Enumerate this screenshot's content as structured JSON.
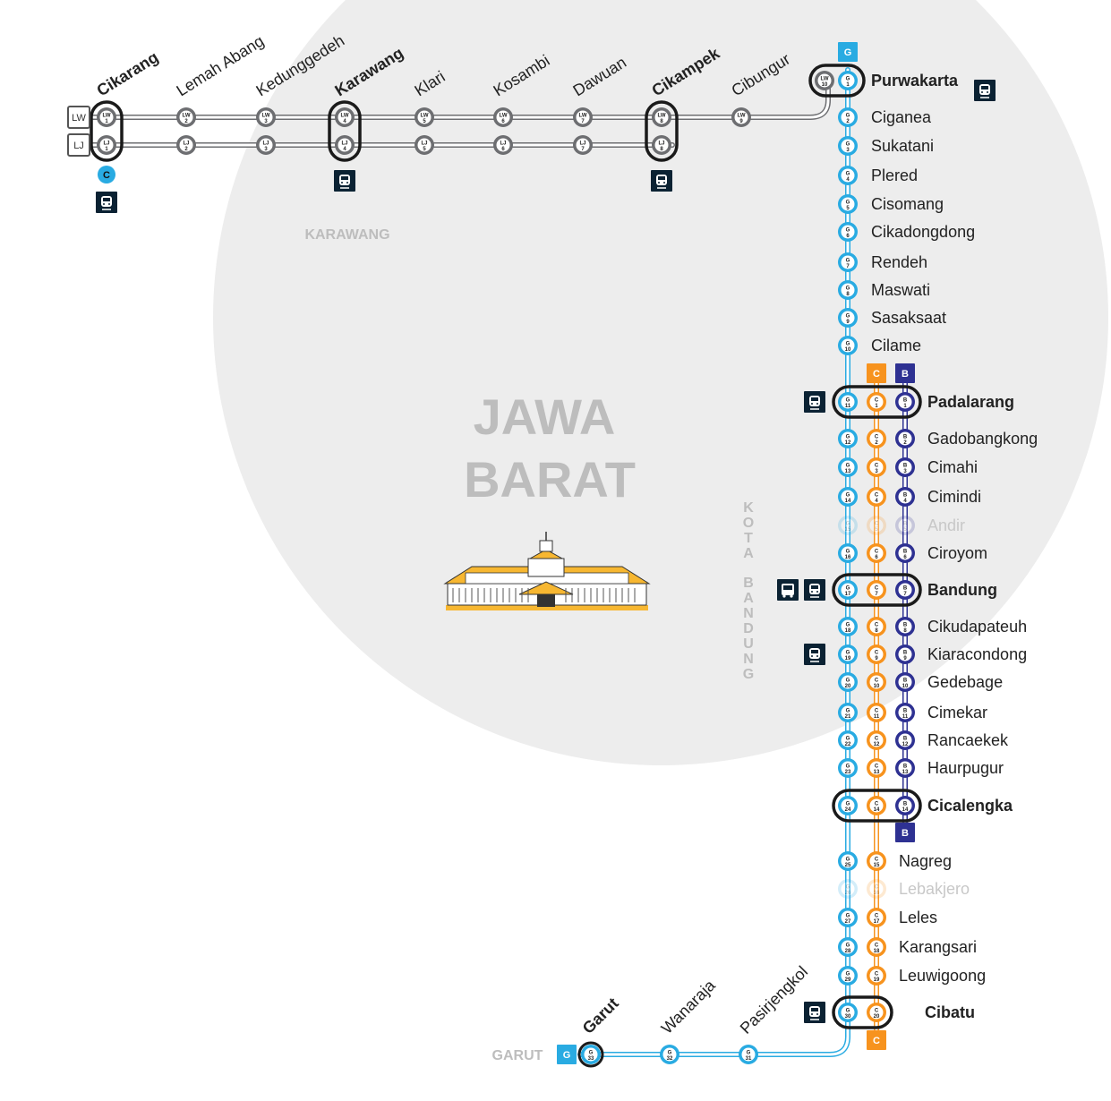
{
  "regions": {
    "province_line1": "JAWA",
    "province_line2": "BARAT",
    "karawang": "KARAWANG",
    "kota_bandung": "KOTA BANDUNG",
    "garut": "GARUT"
  },
  "colors": {
    "G": "#29abe2",
    "C": "#f7931e",
    "B": "#2e3192",
    "LW": "#6d6e71",
    "LJ": "#6d6e71",
    "circle": "#ededed",
    "interchange": "#1a1a1a",
    "train_badge": "#0b2233"
  },
  "line_badges": {
    "lw": "LW",
    "lj": "LJ",
    "c_top": "C",
    "g_top": "G",
    "c_mid": "C",
    "b_mid": "B",
    "b_low": "B",
    "c_low": "C",
    "g_garut": "G",
    "c_cikarang": "C"
  },
  "icons": {
    "train": "train-icon",
    "bus": "bus-icon",
    "landmark": "gedung-sate-icon"
  },
  "west_stations": [
    {
      "name": "Cikarang",
      "major": true,
      "lw": "LW 1",
      "lj": "LJ 1"
    },
    {
      "name": "Lemah Abang",
      "major": false,
      "lw": "LW 2",
      "lj": "LJ 2"
    },
    {
      "name": "Kedunggedeh",
      "major": false,
      "lw": "LW 3",
      "lj": "LJ 3"
    },
    {
      "name": "Karawang",
      "major": true,
      "lw": "LW 4",
      "lj": "LJ 4"
    },
    {
      "name": "Klari",
      "major": false,
      "lw": "LW 5",
      "lj": "LJ 5"
    },
    {
      "name": "Kosambi",
      "major": false,
      "lw": "LW 6",
      "lj": "LJ 6"
    },
    {
      "name": "Dawuan",
      "major": false,
      "lw": "LW 7",
      "lj": "LJ 7"
    },
    {
      "name": "Cikampek",
      "major": true,
      "lw": "LW 8",
      "lj": "LJ 8"
    },
    {
      "name": "Cibungur",
      "major": false,
      "lw": "LW 9",
      "lj": ""
    }
  ],
  "main_stations": [
    {
      "name": "Purwakarta",
      "major": true,
      "g": "G 1",
      "lw": "LW 10"
    },
    {
      "name": "Ciganea",
      "major": false,
      "g": "G 2"
    },
    {
      "name": "Sukatani",
      "major": false,
      "g": "G 3"
    },
    {
      "name": "Plered",
      "major": false,
      "g": "G 4"
    },
    {
      "name": "Cisomang",
      "major": false,
      "g": "G 5"
    },
    {
      "name": "Cikadongdong",
      "major": false,
      "g": "G 6"
    },
    {
      "name": "Rendeh",
      "major": false,
      "g": "G 7"
    },
    {
      "name": "Maswati",
      "major": false,
      "g": "G 8"
    },
    {
      "name": "Sasaksaat",
      "major": false,
      "g": "G 9"
    },
    {
      "name": "Cilame",
      "major": false,
      "g": "G 10"
    },
    {
      "name": "Padalarang",
      "major": true,
      "g": "G 11",
      "c": "C 1",
      "b": "B 1"
    },
    {
      "name": "Gadobangkong",
      "major": false,
      "g": "G 12",
      "c": "C 2",
      "b": "B 2"
    },
    {
      "name": "Cimahi",
      "major": false,
      "g": "G 13",
      "c": "C 3",
      "b": "B 3"
    },
    {
      "name": "Cimindi",
      "major": false,
      "g": "G 14",
      "c": "C 4",
      "b": "B 4"
    },
    {
      "name": "Andir",
      "major": false,
      "dim": true,
      "g": "G 15",
      "c": "C 5",
      "b": "B 5"
    },
    {
      "name": "Ciroyom",
      "major": false,
      "g": "G 16",
      "c": "C 6",
      "b": "B 6"
    },
    {
      "name": "Bandung",
      "major": true,
      "g": "G 17",
      "c": "C 7",
      "b": "B 7"
    },
    {
      "name": "Cikudapateuh",
      "major": false,
      "g": "G 18",
      "c": "C 8",
      "b": "B 8"
    },
    {
      "name": "Kiaracondong",
      "major": false,
      "g": "G 19",
      "c": "C 9",
      "b": "B 9"
    },
    {
      "name": "Gedebage",
      "major": false,
      "g": "G 20",
      "c": "C 10",
      "b": "B 10"
    },
    {
      "name": "Cimekar",
      "major": false,
      "g": "G 21",
      "c": "C 11",
      "b": "B 11"
    },
    {
      "name": "Rancaekek",
      "major": false,
      "g": "G 22",
      "c": "C 12",
      "b": "B 12"
    },
    {
      "name": "Haurpugur",
      "major": false,
      "g": "G 23",
      "c": "C 13",
      "b": "B 13"
    },
    {
      "name": "Cicalengka",
      "major": true,
      "g": "G 24",
      "c": "C 14",
      "b": "B 14"
    },
    {
      "name": "Nagreg",
      "major": false,
      "g": "G 25",
      "c": "C 15"
    },
    {
      "name": "Lebakjero",
      "major": false,
      "dim": true,
      "g": "G 26",
      "c": "C 16"
    },
    {
      "name": "Leles",
      "major": false,
      "g": "G 27",
      "c": "C 17"
    },
    {
      "name": "Karangsari",
      "major": false,
      "g": "G 28",
      "c": "C 18"
    },
    {
      "name": "Leuwigoong",
      "major": false,
      "g": "G 29",
      "c": "C 19"
    },
    {
      "name": "Cibatu",
      "major": true,
      "g": "G 30",
      "c": "C 20"
    }
  ],
  "garut_branch": [
    {
      "name": "Pasirjengkol",
      "major": false,
      "g": "G 31"
    },
    {
      "name": "Wanaraja",
      "major": false,
      "g": "G 32"
    },
    {
      "name": "Garut",
      "major": true,
      "g": "G 33"
    }
  ]
}
